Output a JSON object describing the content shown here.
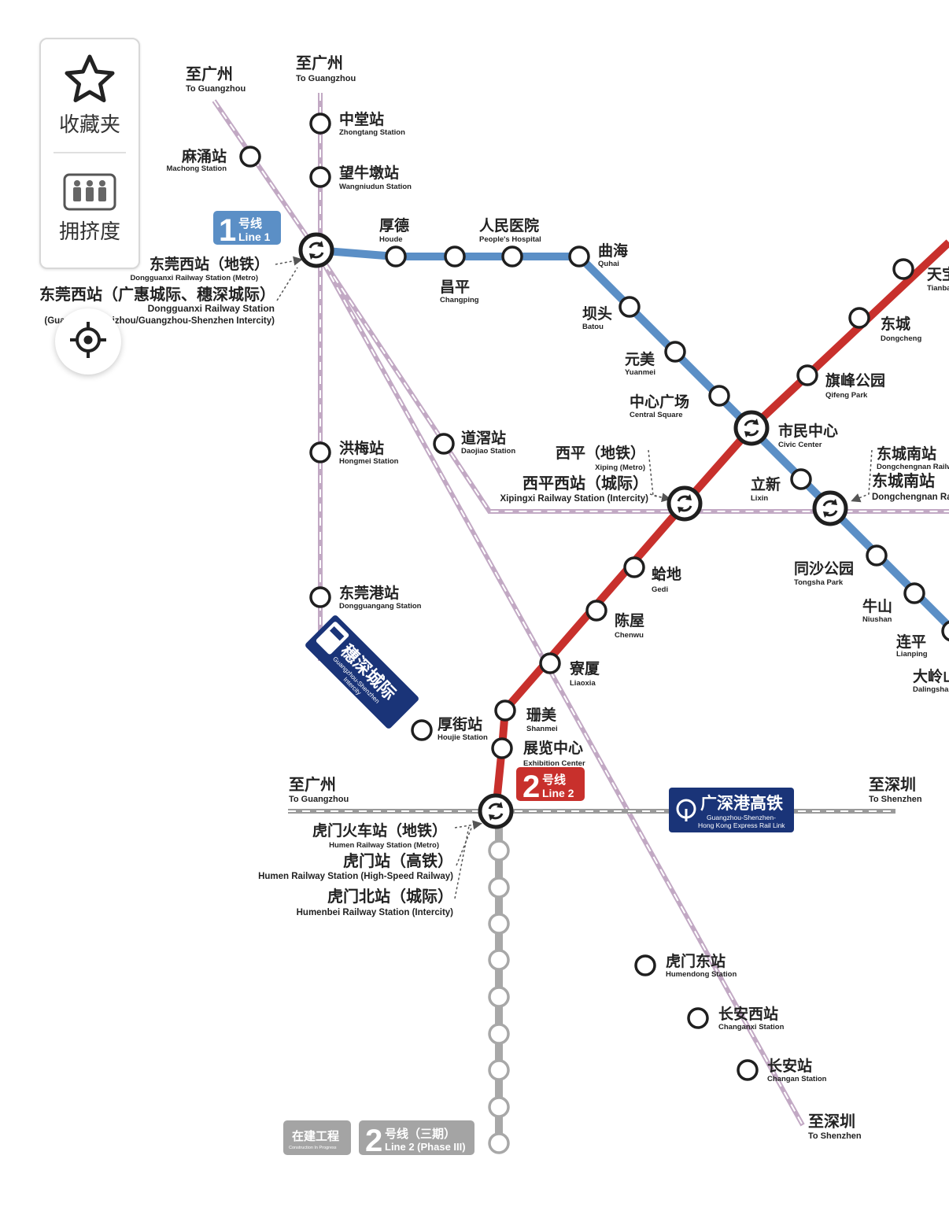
{
  "panel": {
    "favorites_label": "收藏夹",
    "crowding_label": "拥挤度",
    "favorites_icon": "star-icon",
    "crowding_icon": "crowding-icon",
    "locate_icon": "locate-icon"
  },
  "colors": {
    "line1": "#5b8fc6",
    "line2": "#c8302c",
    "intercity": "#c2a9c4",
    "hsr": "#9a9a9a",
    "intercity_badge": "#1a3478"
  },
  "destinations": {
    "to_gz_a_zh": "至广州",
    "to_gz_a_en": "To Guangzhou",
    "to_gz_b_zh": "至广州",
    "to_gz_b_en": "To Guangzhou",
    "to_gz_c_zh": "至广州",
    "to_gz_c_en": "To Guangzhou",
    "to_sz_a_zh": "至深圳",
    "to_sz_a_en": "To Shenzhen",
    "to_sz_b_zh": "至深圳",
    "to_sz_b_en": "To Shenzhen"
  },
  "badges": {
    "line1_num": "1",
    "line1_zh": "号线",
    "line1_en": "Line 1",
    "line2_num": "2",
    "line2_zh": "号线",
    "line2_en": "Line 2",
    "intercity_zh": "穗深城际",
    "intercity_en1": "Guangzhou-Shenzhen",
    "intercity_en2": "Intercity",
    "hsr_zh": "广深港高铁",
    "hsr_en1": "Guangzhou-Shenzhen-",
    "hsr_en2": "Hong Kong Express Rail Link",
    "construction_zh": "在建工程",
    "construction_en": "Construction In Progress",
    "phase3_num": "2",
    "phase3_zh": "号线（三期）",
    "phase3_en": "Line 2 (Phase III)"
  },
  "stations": {
    "zhongtang_zh": "中堂站",
    "zhongtang_en": "Zhongtang Station",
    "wangniudun_zh": "望牛墩站",
    "wangniudun_en": "Wangniudun Station",
    "machong_zh": "麻涌站",
    "machong_en": "Machong Station",
    "houde_zh": "厚德",
    "houde_en": "Houde",
    "renmin_zh": "人民医院",
    "renmin_en": "People's Hospital",
    "changping_zh": "昌平",
    "changping_en": "Changping",
    "quhai_zh": "曲海",
    "quhai_en": "Quhai",
    "batou_zh": "坝头",
    "batou_en": "Batou",
    "yuanmei_zh": "元美",
    "yuanmei_en": "Yuanmei",
    "central_zh": "中心广场",
    "central_en": "Central Square",
    "civic_zh": "市民中心",
    "civic_en": "Civic Center",
    "lixin_zh": "立新",
    "lixin_en": "Lixin",
    "tongsha_zh": "同沙公园",
    "tongsha_en": "Tongsha Park",
    "niushan_zh": "牛山",
    "niushan_en": "Niushan",
    "lianping_zh": "连平",
    "lianping_en": "Lianping",
    "dalingshan_zh": "大岭山",
    "dalingshan_en": "Dalingshan",
    "tianbao_zh": "天宝",
    "tianbao_en": "Tianbao",
    "dongcheng_zh": "东城",
    "dongcheng_en": "Dongcheng",
    "qifeng_zh": "旗峰公园",
    "qifeng_en": "Qifeng Park",
    "gedi_zh": "蛤地",
    "gedi_en": "Gedi",
    "chenwu_zh": "陈屋",
    "chenwu_en": "Chenwu",
    "liaoxia_zh": "寮厦",
    "liaoxia_en": "Liaoxia",
    "shanmei_zh": "珊美",
    "shanmei_en": "Shanmei",
    "exhibition_zh": "展览中心",
    "exhibition_en": "Exhibition Center",
    "daojiao_zh": "道滘站",
    "daojiao_en": "Daojiao Station",
    "hongmei_zh": "洪梅站",
    "hongmei_en": "Hongmei Station",
    "dongguangang_zh": "东莞港站",
    "dongguangang_en": "Dongguangang Station",
    "houjie_zh": "厚街站",
    "houjie_en": "Houjie Station",
    "humendong_zh": "虎门东站",
    "humendong_en": "Humendong Station",
    "changanxi_zh": "长安西站",
    "changanxi_en": "Changanxi Station",
    "changan_zh": "长安站",
    "changan_en": "Changan Station"
  },
  "transfers": {
    "dgx_metro_zh": "东莞西站（地铁）",
    "dgx_metro_en": "Dongguanxi Railway Station (Metro)",
    "dgx_rail_zh": "东莞西站（广惠城际、穗深城际）",
    "dgx_rail_en1": "Dongguanxi Railway Station",
    "dgx_rail_en2": "(Guangzhou-Huizhou/Guangzhou-Shenzhen Intercity)",
    "xiping_metro_zh": "西平（地铁）",
    "xiping_metro_en": "Xiping (Metro)",
    "xipingxi_zh": "西平西站（城际）",
    "xipingxi_en": "Xipingxi Railway Station (Intercity)",
    "dcn_a_zh": "东城南站",
    "dcn_a_en": "Dongchengnan Railway Station",
    "dcn_b_zh": "东城南站",
    "dcn_b_en": "Dongchengnan Railway Station",
    "humen_metro_zh": "虎门火车站（地铁）",
    "humen_metro_en": "Humen Railway Station (Metro)",
    "humen_hsr_zh": "虎门站（高铁）",
    "humen_hsr_en": "Humen Railway Station (High-Speed Railway)",
    "humenbei_zh": "虎门北站（城际）",
    "humenbei_en": "Humenbei Railway Station (Intercity)"
  }
}
